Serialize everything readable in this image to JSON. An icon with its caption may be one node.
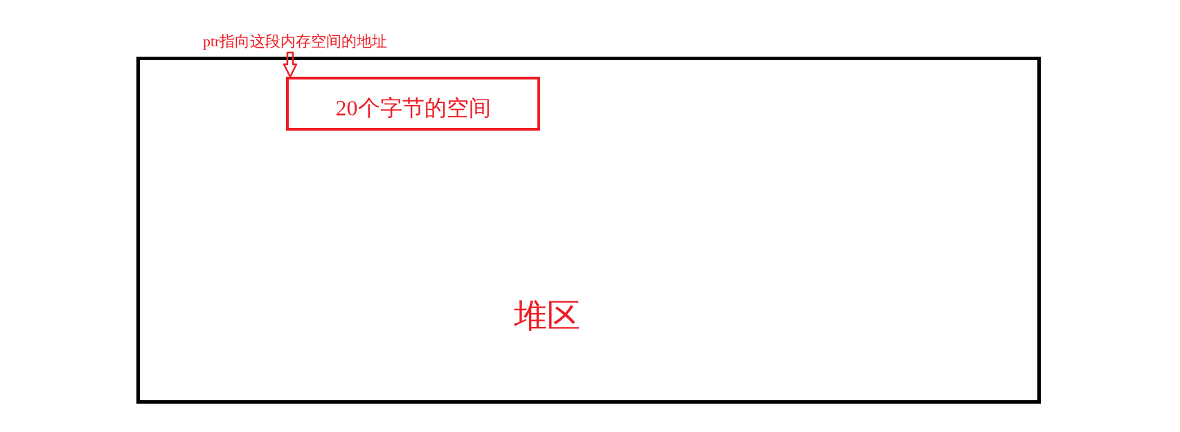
{
  "diagram": {
    "nodes": [
      {
        "text": [
          "ptr指向这段内存空间的地址"
        ]
      },
      {
        "text": [
          "堆区"
        ]
      },
      {
        "text": [
          "20个字节的空间"
        ],
        "in": 1
      }
    ],
    "edges": [
      {
        "from": 0,
        "to": 2,
        "arrow": "to"
      }
    ]
  }
}
